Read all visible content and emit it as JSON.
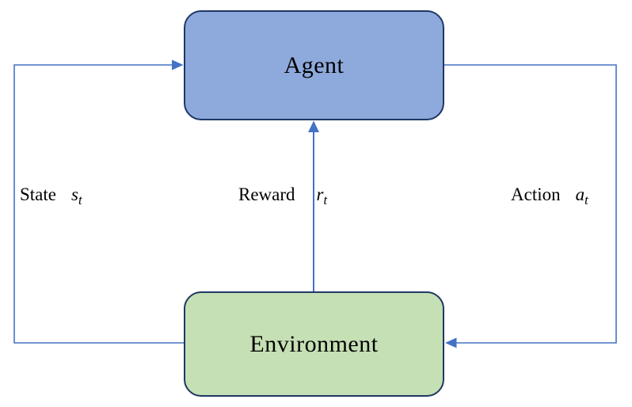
{
  "colors": {
    "agent_fill": "#8EA9DB",
    "environment_fill": "#C5E0B4",
    "box_border": "#1F3864",
    "arrow": "#4472C4",
    "text": "#000000",
    "background": "#FFFFFF"
  },
  "nodes": {
    "agent": {
      "label": "Agent"
    },
    "environment": {
      "label": "Environment"
    }
  },
  "edges": {
    "state": {
      "word": "State",
      "symbol": "s",
      "subscript": "t",
      "from": "environment",
      "to": "agent"
    },
    "reward": {
      "word": "Reward",
      "symbol": "r",
      "subscript": "t",
      "from": "environment",
      "to": "agent"
    },
    "action": {
      "word": "Action",
      "symbol": "a",
      "subscript": "t",
      "from": "agent",
      "to": "environment"
    }
  }
}
